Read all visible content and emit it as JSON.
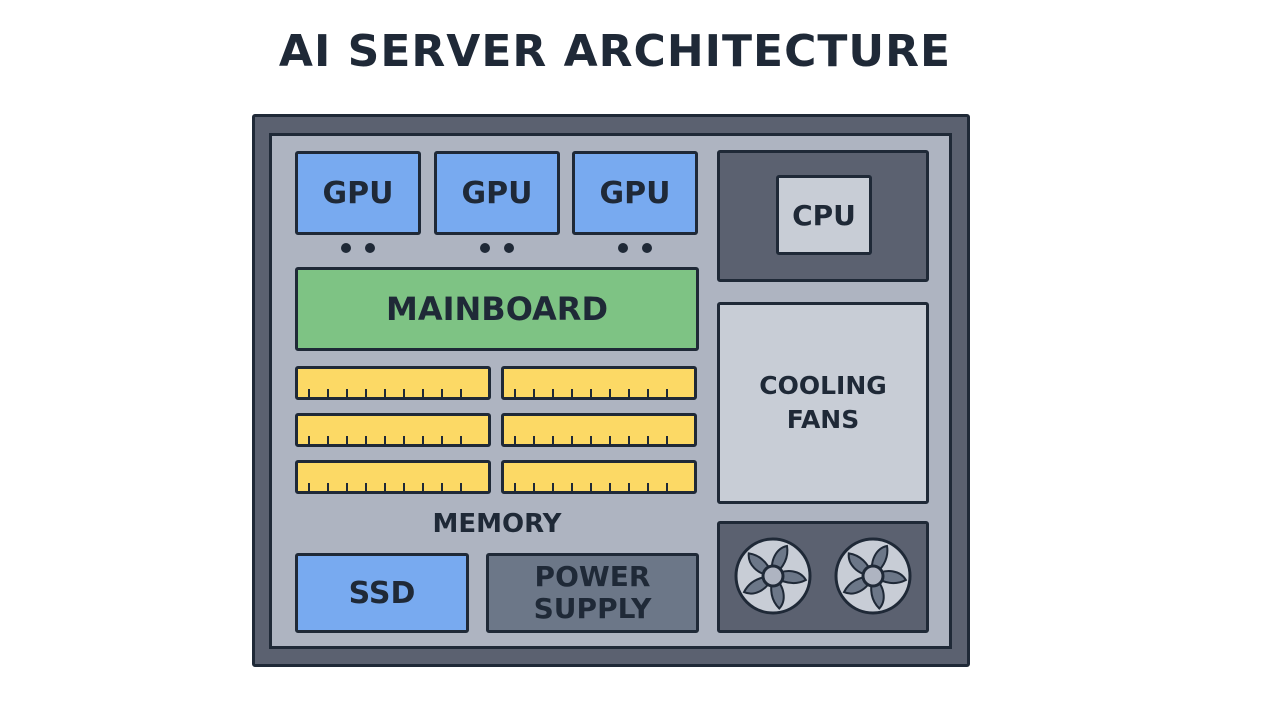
{
  "title": "AI SERVER ARCHITECTURE",
  "gpus": [
    {
      "label": "GPU"
    },
    {
      "label": "GPU"
    },
    {
      "label": "GPU"
    }
  ],
  "mainboard": {
    "label": "MAINBOARD"
  },
  "memory": {
    "label": "MEMORY"
  },
  "ssd": {
    "label": "SSD"
  },
  "power_supply": {
    "line1": "POWER",
    "line2": "SUPPLY"
  },
  "cpu": {
    "label": "CPU"
  },
  "cooling": {
    "line1": "COOLING",
    "line2": "FANS"
  },
  "colors": {
    "gpu": "#78aaf0",
    "mainboard": "#7ec384",
    "memory": "#fcd965",
    "chassis": "#5b6170",
    "outline": "#1f2937"
  }
}
